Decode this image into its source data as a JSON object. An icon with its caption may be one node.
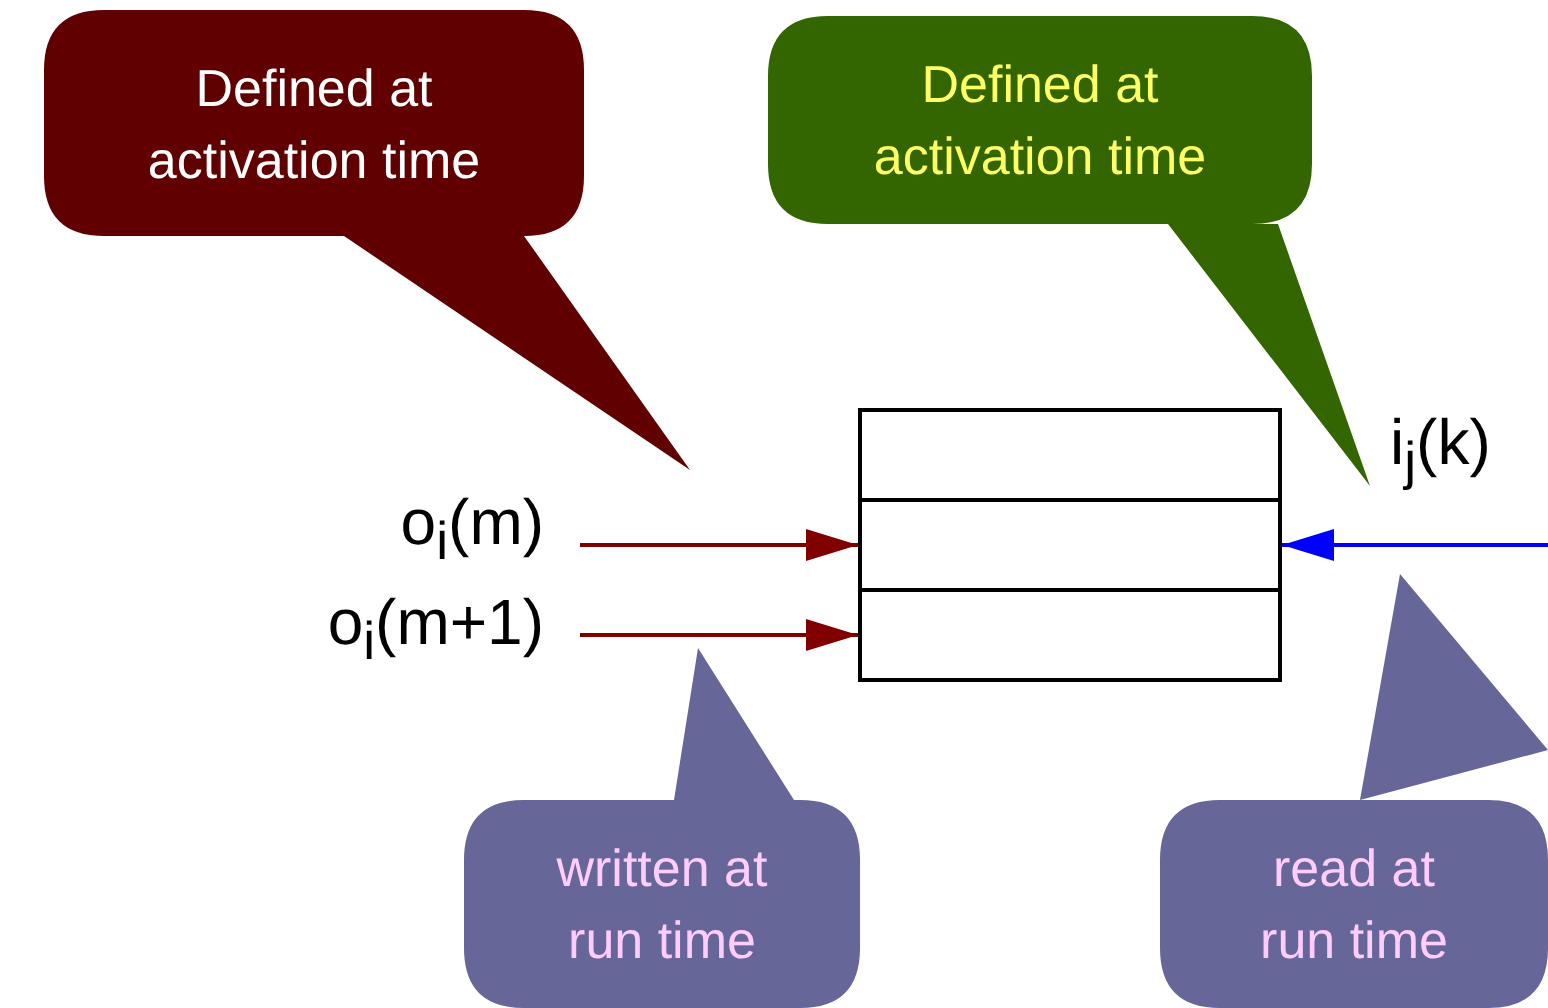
{
  "diagram": {
    "nodes": [
      {
        "text": [
          "Defined at activation time"
        ]
      },
      {
        "text": [
          "Defined at activation time"
        ]
      },
      {
        "text": [],
        "shape": "box"
      },
      {
        "text": [],
        "shape": "box"
      },
      {
        "text": [],
        "shape": "box"
      },
      {
        "text": [
          "o$_{i}$(m)"
        ]
      },
      {
        "text": [
          "o$_{i}$(m+1)"
        ]
      },
      {
        "text": [
          "written at run time"
        ]
      },
      {
        "text": [
          "read at run time"
        ]
      }
    ],
    "edges": [
      {
        "from": 5,
        "to": 3,
        "arrow": "to"
      },
      {
        "from": 6,
        "to": 4,
        "arrow": "to"
      },
      {
        "from": null,
        "to": 3,
        "arrow": "to",
        "label": "i$_{j}$(k)",
        "color": "#0000ff"
      }
    ]
  }
}
